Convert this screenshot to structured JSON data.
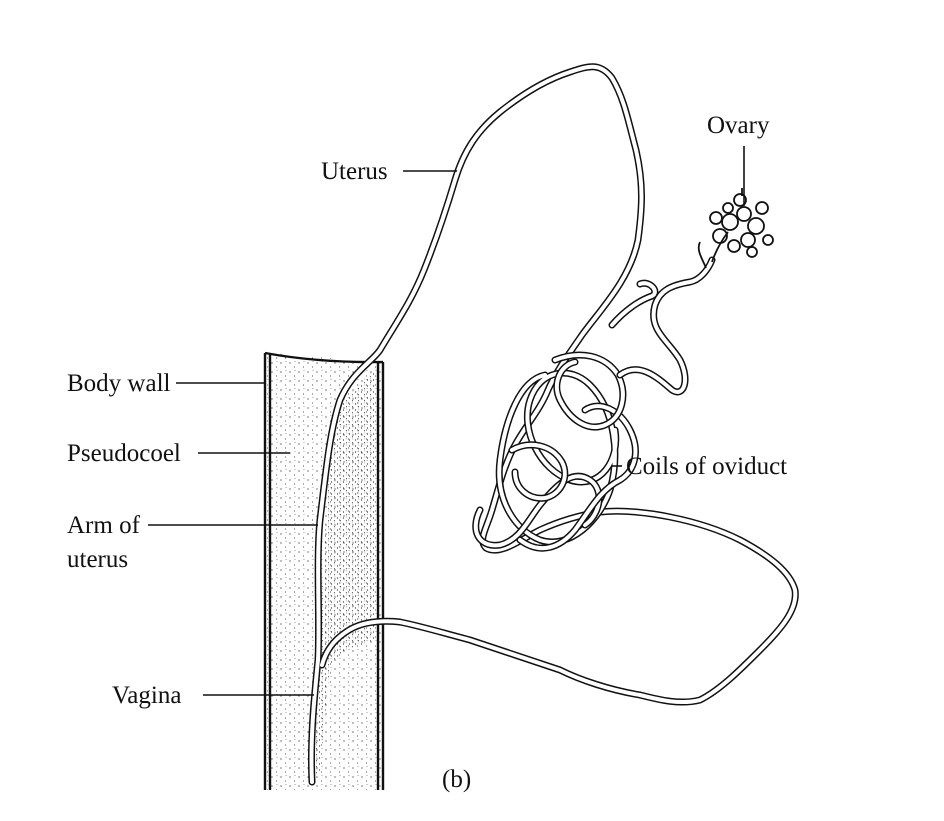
{
  "figure": {
    "panel_label": "(b)",
    "labels": {
      "ovary": "Ovary",
      "uterus": "Uterus",
      "body_wall": "Body wall",
      "pseudocoel": "Pseudocoel",
      "arm_of_uterus_line1": "Arm of",
      "arm_of_uterus_line2": "uterus",
      "coils_of_oviduct": "Coils of oviduct",
      "vagina": "Vagina"
    }
  }
}
